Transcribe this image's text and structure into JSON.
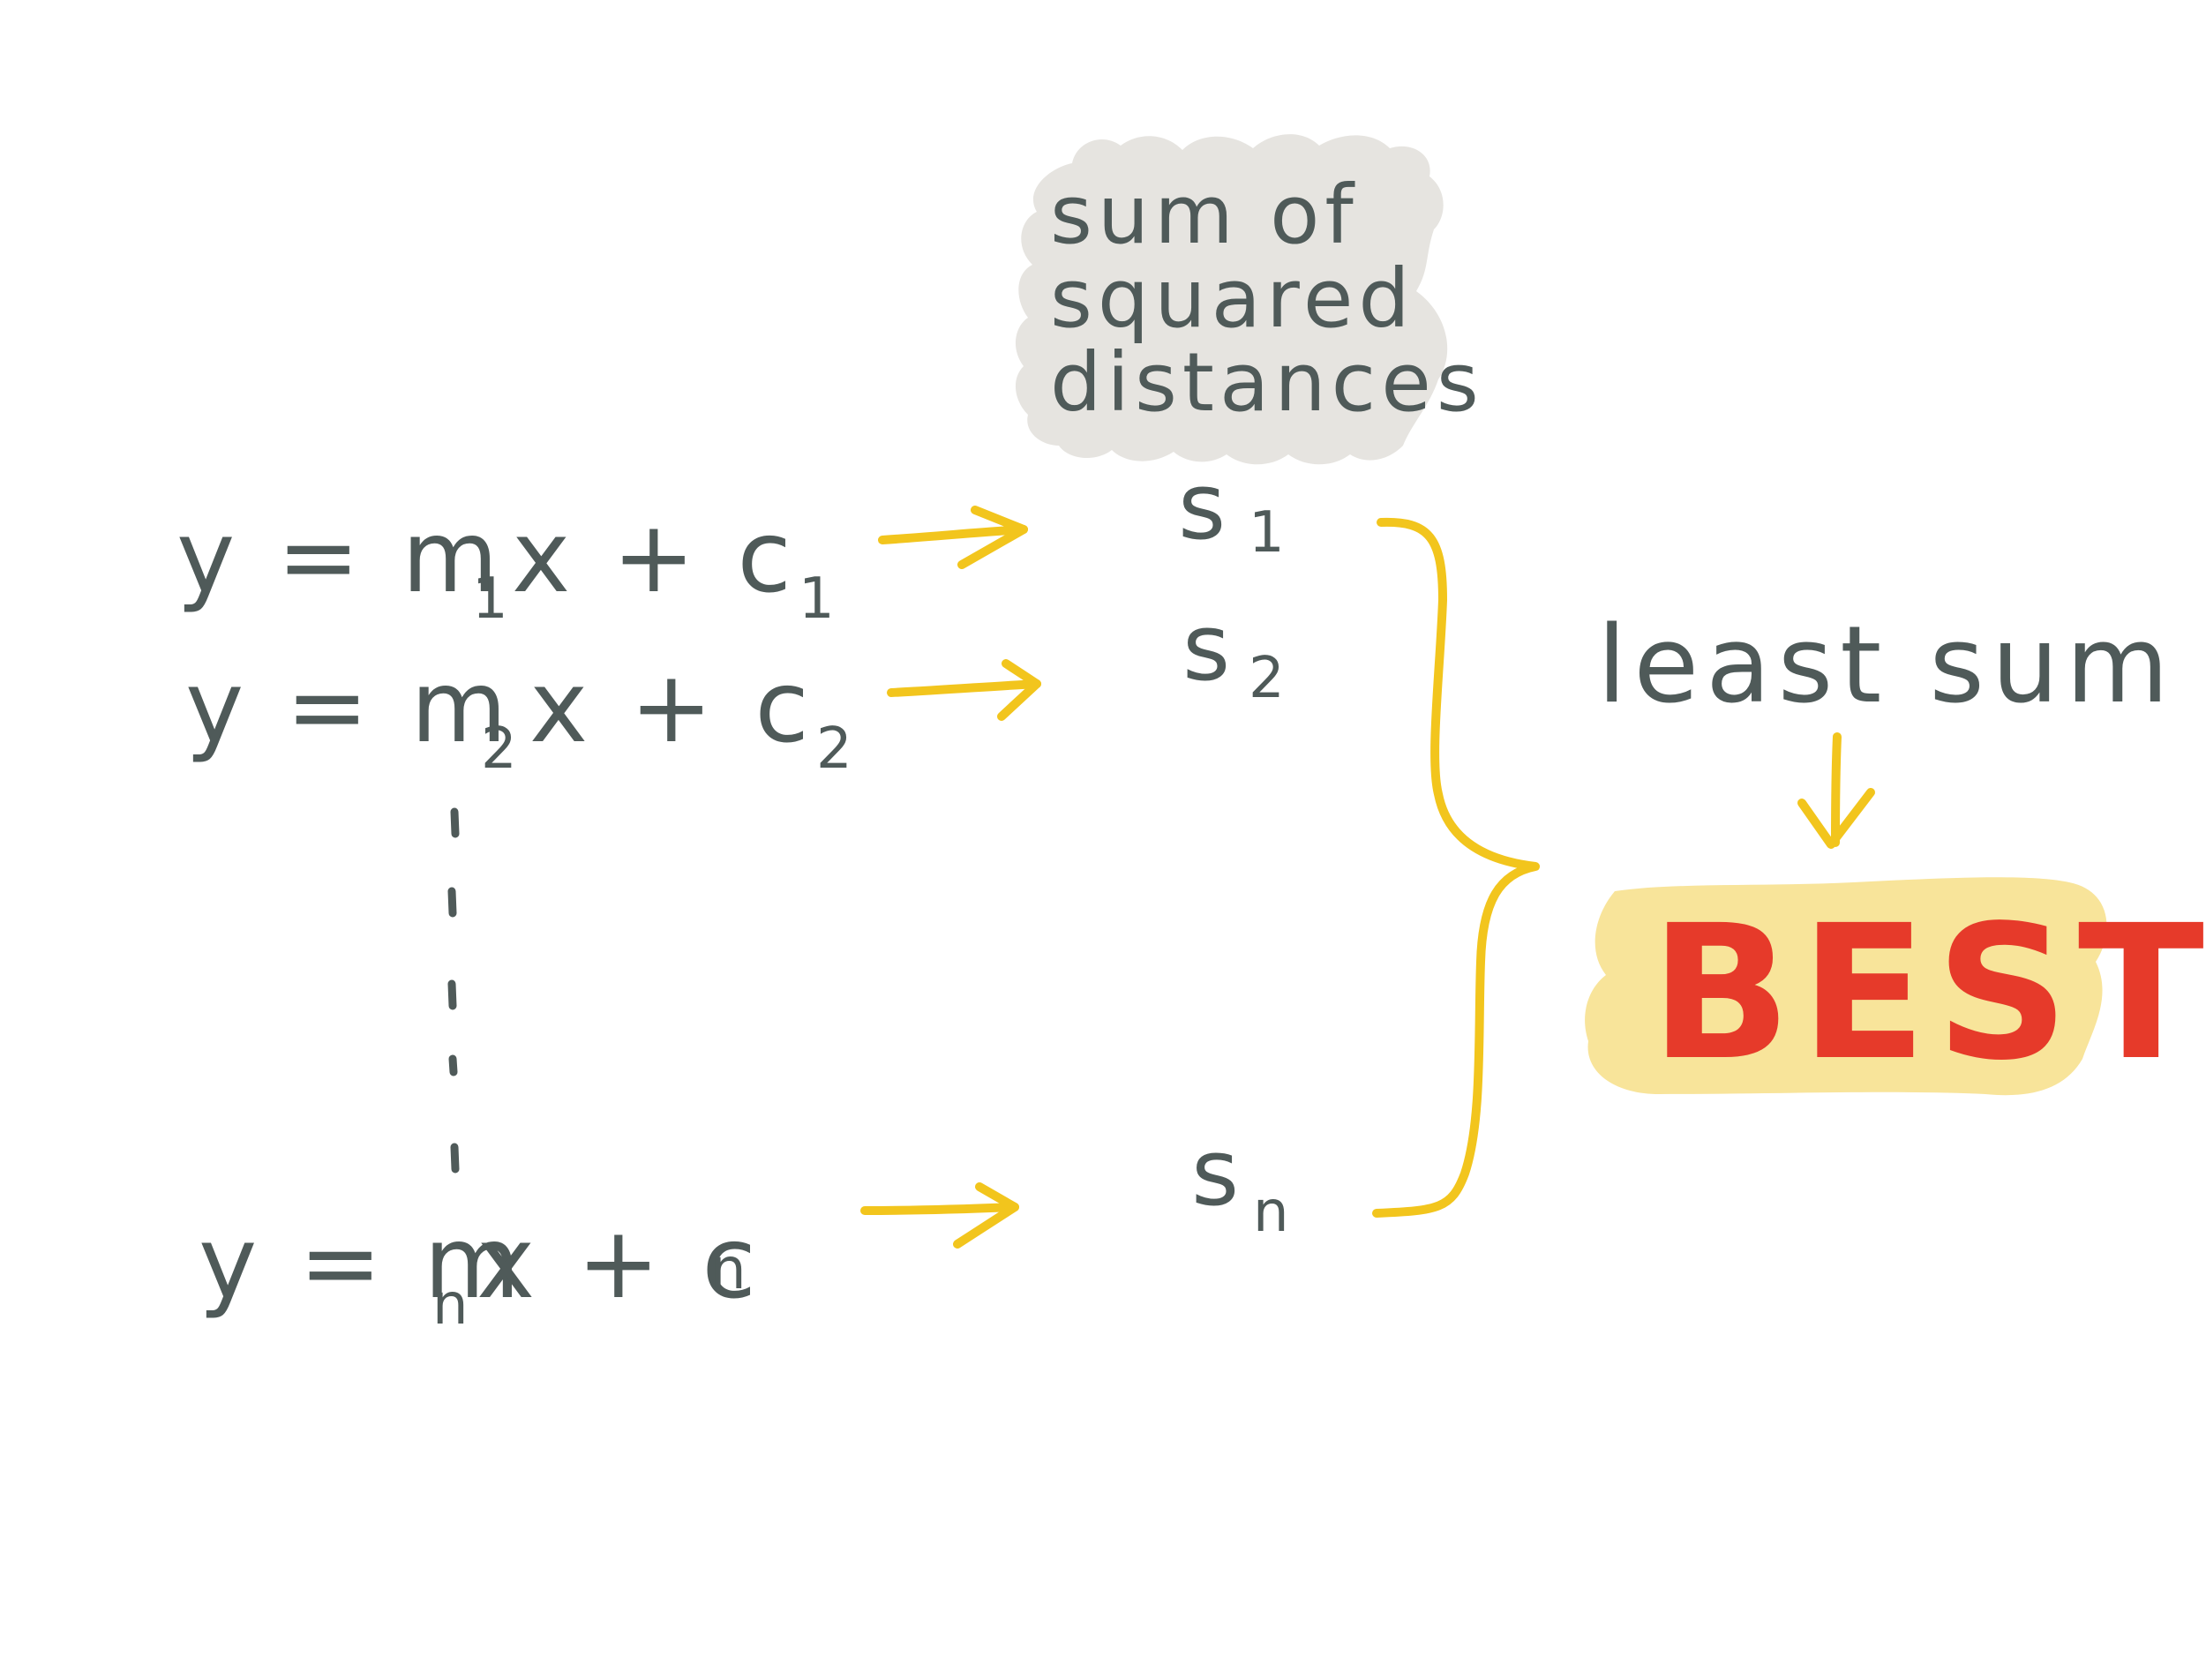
{
  "cloud": {
    "line1": "sum of",
    "line2": "squared",
    "line3": "distances"
  },
  "equations": [
    {
      "lhs": "y = m",
      "sub1": "1",
      "mid": "x + c",
      "sub2": "1"
    },
    {
      "lhs": "y = m",
      "sub1": "2",
      "mid": "x + c",
      "sub2": "2"
    },
    {
      "lhs": "y = m",
      "sub1": "n",
      "mid": "x + c",
      "sub2": "n"
    }
  ],
  "sums": [
    {
      "base": "s",
      "sub": "1"
    },
    {
      "base": "s",
      "sub": "2"
    },
    {
      "base": "s",
      "sub": "n"
    }
  ],
  "least_label": "least sum",
  "best_label": "BEST",
  "colors": {
    "ink": "#4f5a59",
    "arrow": "#f2c51d",
    "cloud": "#e6e4e0",
    "best_text": "#e63a2a",
    "best_highlight": "#f8e49a"
  }
}
